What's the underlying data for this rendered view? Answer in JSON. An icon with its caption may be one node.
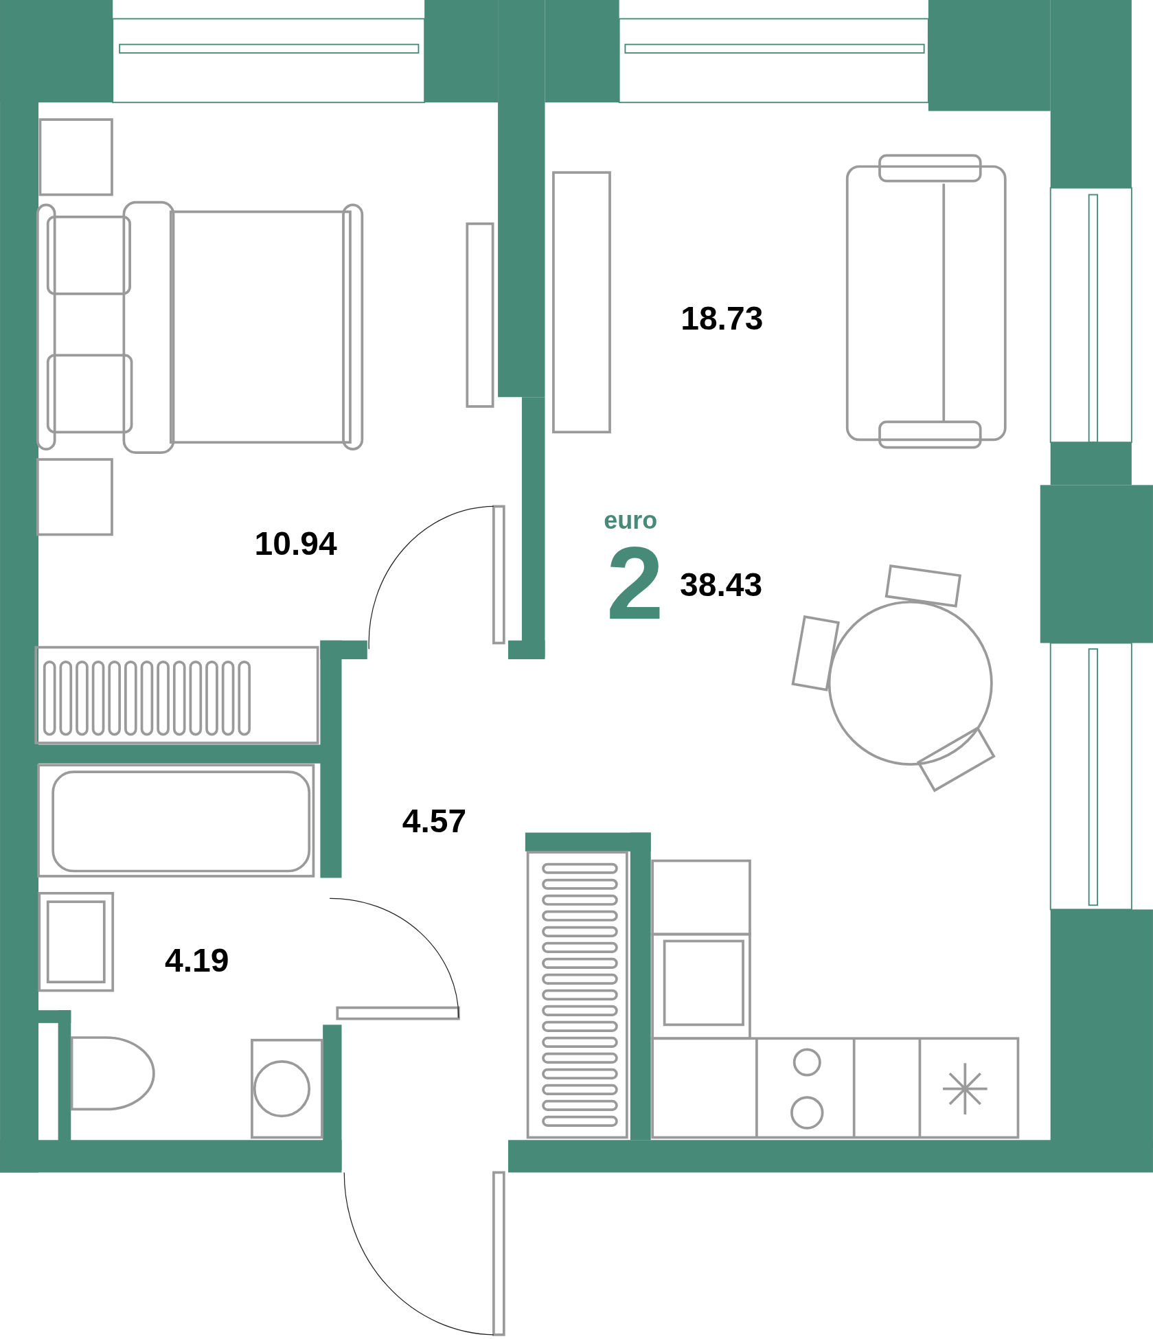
{
  "diagram": {
    "labels": [
      "18.73",
      "euro",
      "10.94",
      "2",
      "38.43",
      "4.57",
      "4.19"
    ]
  }
}
